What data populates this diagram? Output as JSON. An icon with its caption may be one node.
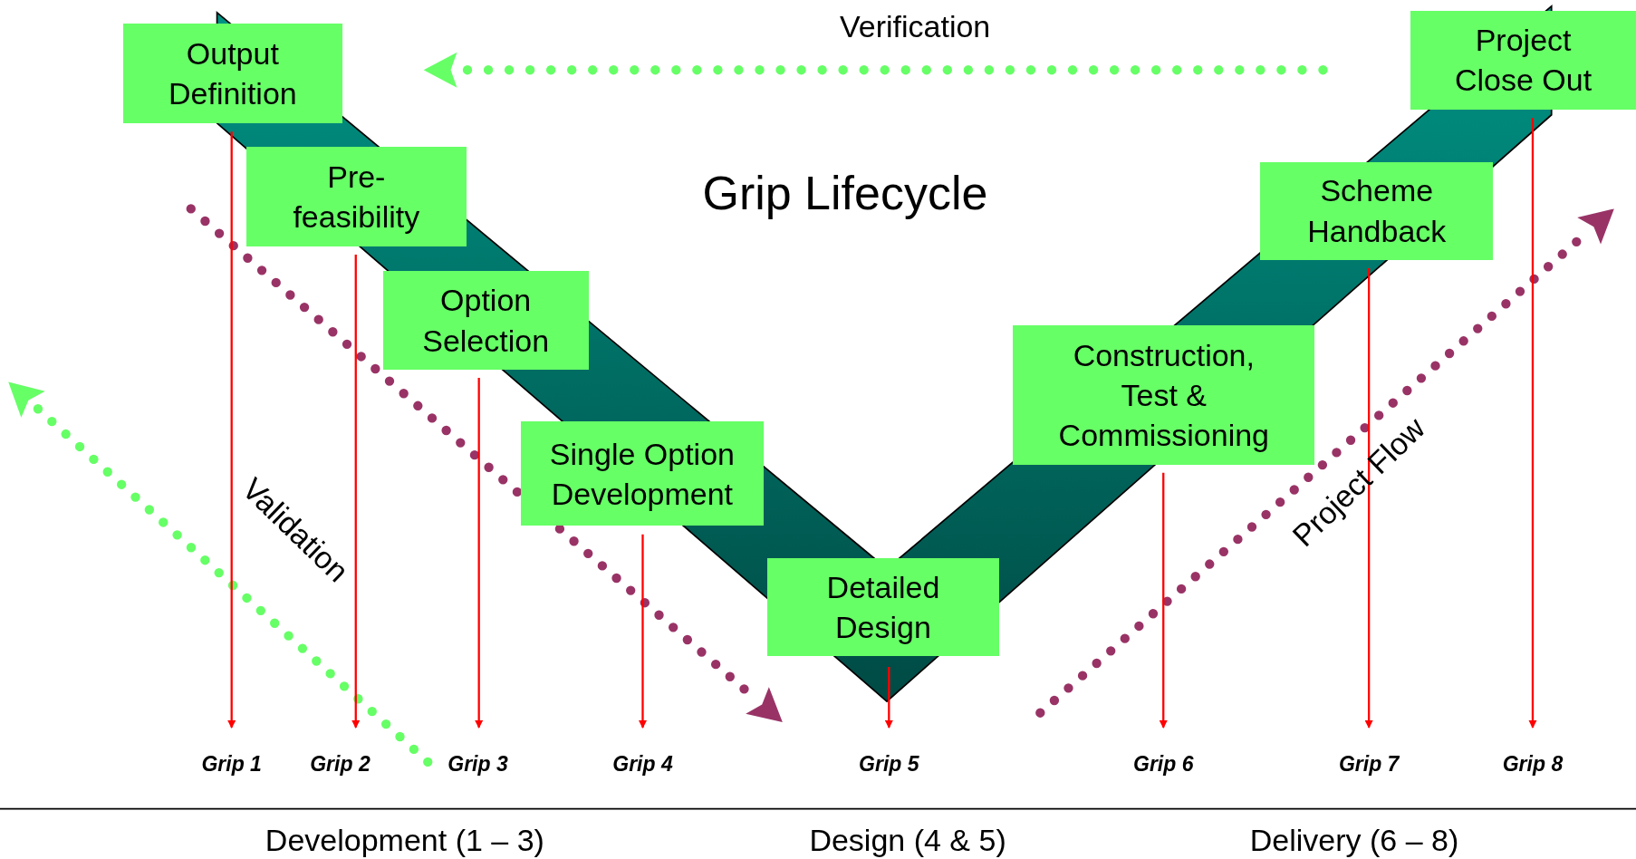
{
  "diagram": {
    "title": "Grip Lifecycle",
    "nodes": [
      {
        "text": [
          "Output Definition"
        ]
      },
      {
        "text": [
          "Pre-feasibility"
        ]
      },
      {
        "text": [
          "Option Selection"
        ]
      },
      {
        "text": [
          "Single Option Development"
        ]
      },
      {
        "text": [
          "Detailed Design"
        ]
      },
      {
        "text": [
          "Construction, Test & Commissioning"
        ]
      },
      {
        "text": [
          "Scheme Handback"
        ]
      },
      {
        "text": [
          "Project Close Out"
        ]
      },
      {
        "text": [
          "Grip 1"
        ]
      },
      {
        "text": [
          "Grip 2"
        ]
      },
      {
        "text": [
          "Grip 3"
        ]
      },
      {
        "text": [
          "Grip 4"
        ]
      },
      {
        "text": [
          "Grip 5"
        ]
      },
      {
        "text": [
          "Grip 6"
        ]
      },
      {
        "text": [
          "Grip 7"
        ]
      },
      {
        "text": [
          "Grip 8"
        ]
      }
    ],
    "edges": [
      {
        "from": 0,
        "to": 8,
        "arrow": "to"
      },
      {
        "from": 1,
        "to": 9,
        "arrow": "to"
      },
      {
        "from": 2,
        "to": 10,
        "arrow": "to"
      },
      {
        "from": 3,
        "to": 11,
        "arrow": "to"
      },
      {
        "from": 4,
        "to": 12,
        "arrow": "to"
      },
      {
        "from": 5,
        "to": 13,
        "arrow": "to"
      },
      {
        "from": 6,
        "to": 14,
        "arrow": "to"
      },
      {
        "from": 7,
        "to": 15,
        "arrow": "to"
      }
    ],
    "labels": [
      "Verification",
      "Validation",
      "Project Flow",
      "Development (1 – 3)",
      "Design (4 & 5)",
      "Delivery (6 – 8)"
    ]
  }
}
